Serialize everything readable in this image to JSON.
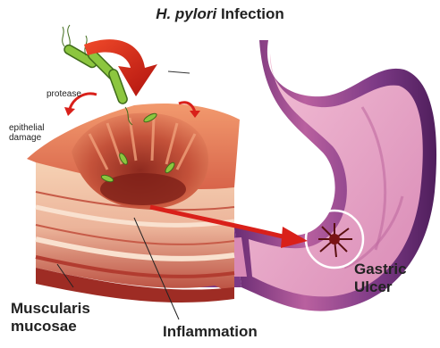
{
  "title": {
    "italic_part": "H. pylori",
    "rest": " Infection"
  },
  "labels": {
    "protease": "protease",
    "epithelial_damage_line1": "epithelial",
    "epithelial_damage_line2": "damage",
    "gastric_ulcer_line1": "Gastric",
    "gastric_ulcer_line2": "Ulcer",
    "muscularis_line1": "Muscularis",
    "muscularis_line2": "mucosae",
    "inflammation": "Inflammation"
  },
  "colors": {
    "stomach_outer": "#8a3f8f",
    "stomach_inner": "#e8a6c8",
    "tissue_top": "#e98a6a",
    "tissue_side": "#f2c7a6",
    "arrow_red": "#d9201a",
    "bacteria_green": "#8cc63f"
  }
}
